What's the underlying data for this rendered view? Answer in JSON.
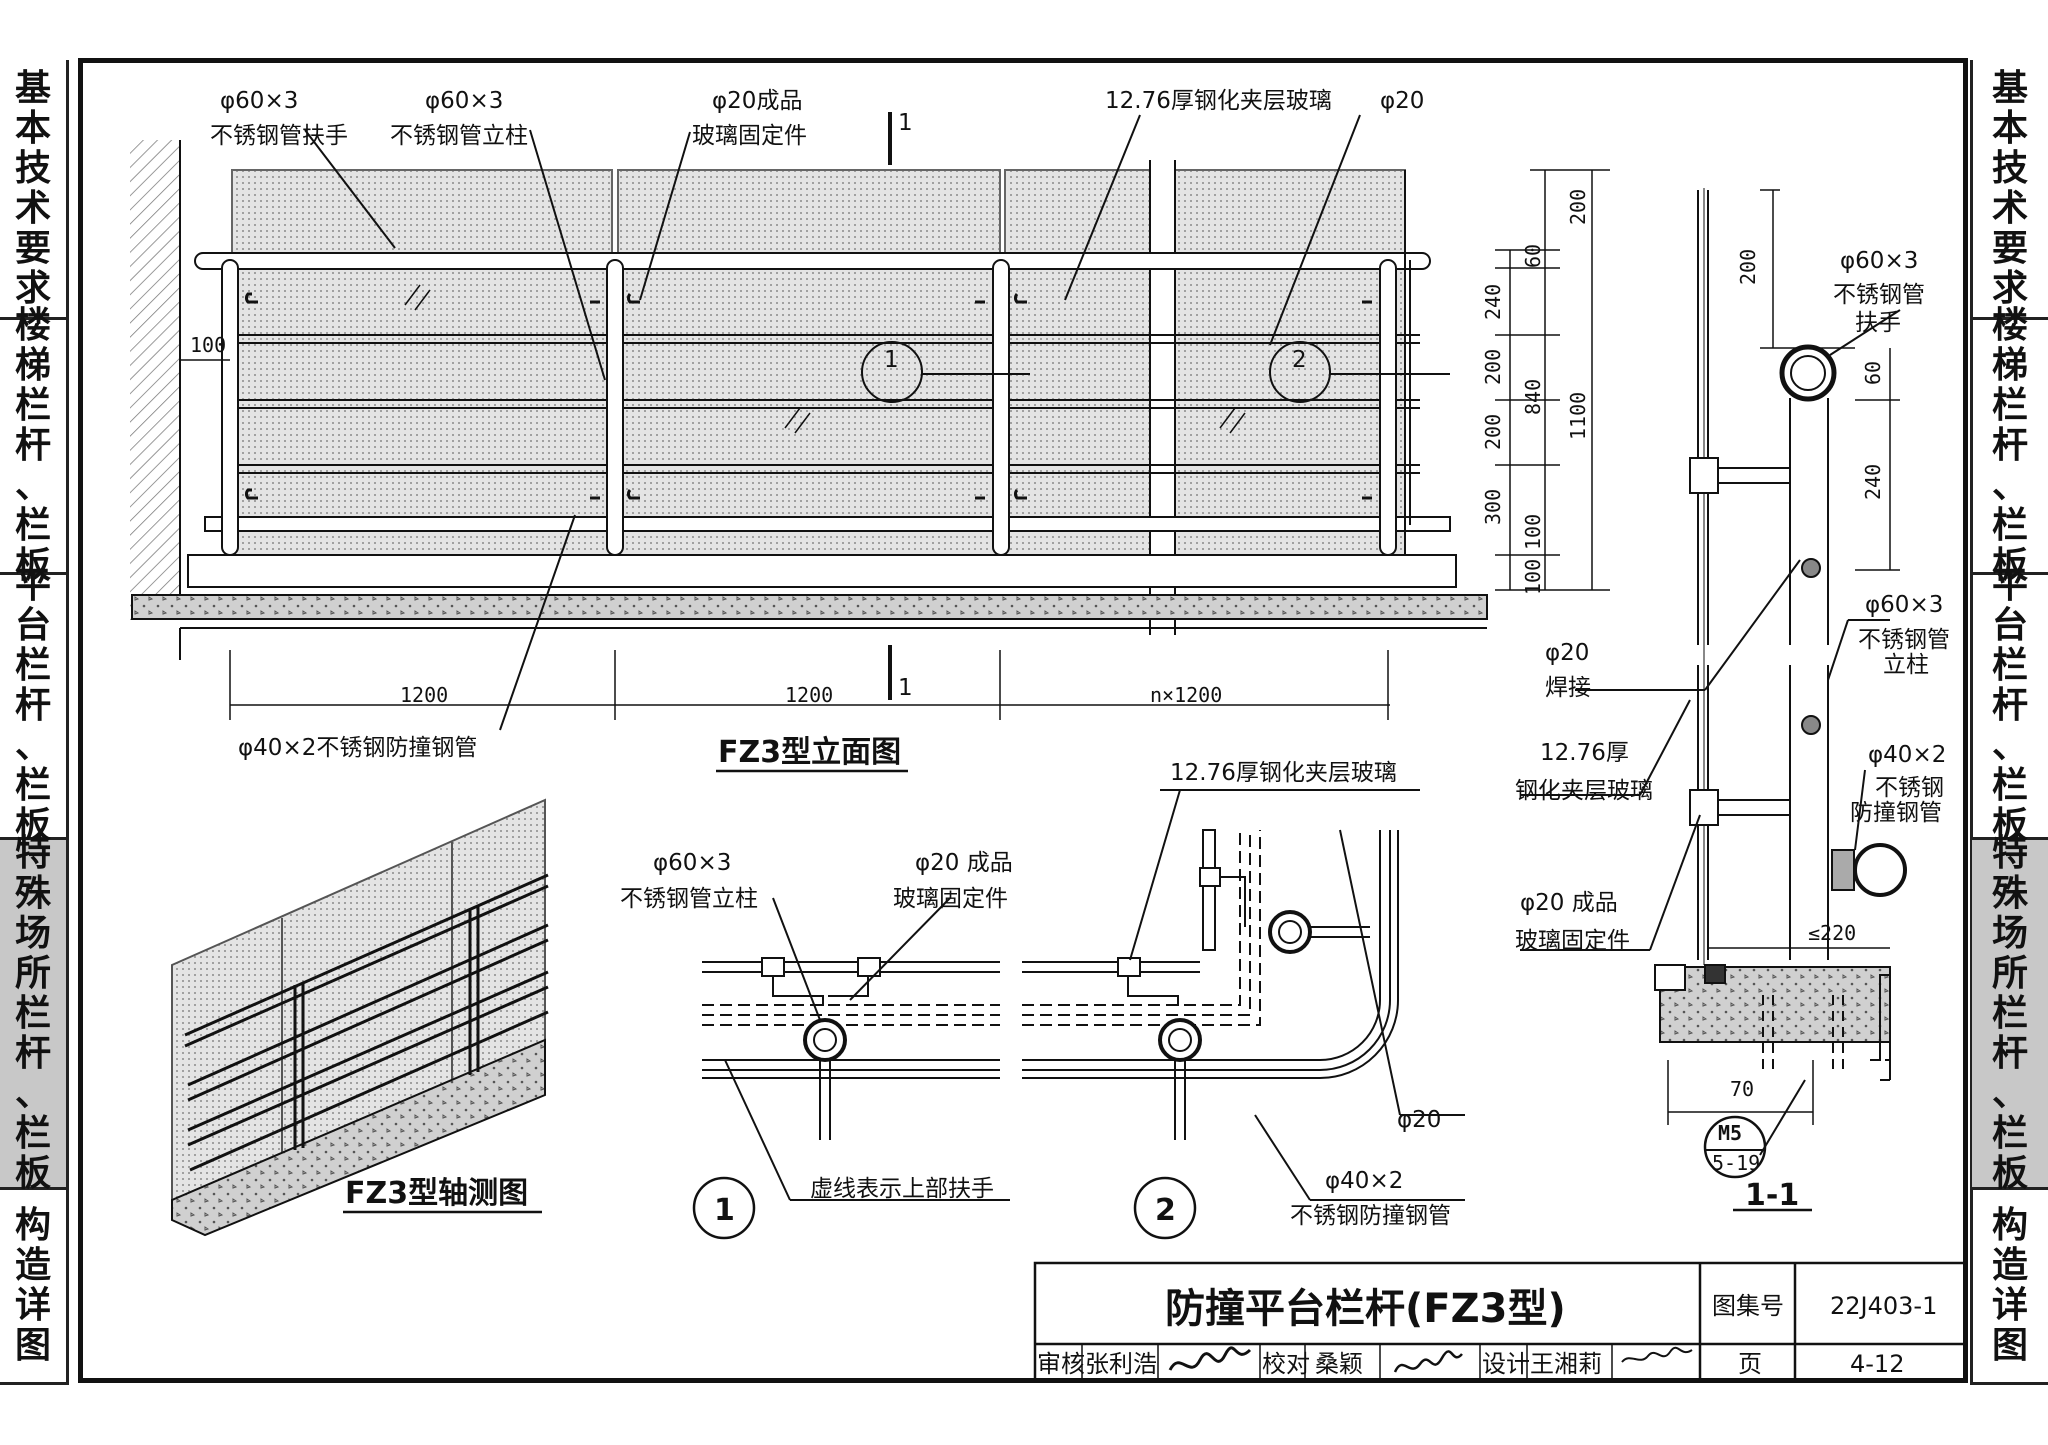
{
  "side_tabs": [
    {
      "label": "基本技术要求",
      "active": false
    },
    {
      "label": "楼梯栏杆、栏板",
      "active": false
    },
    {
      "label": "平台栏杆、栏板",
      "active": false
    },
    {
      "label": "特殊场所栏杆、栏板",
      "active": true
    },
    {
      "label": "构造详图",
      "active": false
    }
  ],
  "elevation": {
    "title": "FZ3型立面图",
    "labels": {
      "handrail_size": "φ60×3",
      "handrail": "不锈钢管扶手",
      "post_size": "φ60×3",
      "post": "不锈钢管立柱",
      "fixer_size": "φ20成品",
      "fixer": "玻璃固定件",
      "glass": "12.76厚钢化夹层玻璃",
      "rod": "φ20",
      "bumper": "φ40×2不锈钢防撞钢管",
      "section_mark": "1",
      "detail1": "1",
      "detail2": "2"
    },
    "dims": {
      "left_offset": "100",
      "span1": "1200",
      "span2": "1200",
      "span_n": "n×1200",
      "v200": "200",
      "v60": "60",
      "v240": "240",
      "v200b": "200",
      "v200c": "200",
      "v300": "300",
      "v100": "100",
      "v100b": "100",
      "v840": "840",
      "v1100": "1100"
    }
  },
  "axonometric": {
    "title": "FZ3型轴测图"
  },
  "detail1": {
    "number": "1",
    "post_size": "φ60×3",
    "post": "不锈钢管立柱",
    "fixer_size": "φ20 成品",
    "fixer": "玻璃固定件",
    "note": "虚线表示上部扶手"
  },
  "detail2": {
    "number": "2",
    "glass": "12.76厚钢化夹层玻璃",
    "rod": "φ20",
    "bumper_size": "φ40×2",
    "bumper": "不锈钢防撞钢管"
  },
  "section": {
    "title": "1-1",
    "v200": "200",
    "v60": "60",
    "v240": "240",
    "handrail_size": "φ60×3",
    "handrail_a": "不锈钢管",
    "handrail_b": "扶手",
    "weld_size": "φ20",
    "weld": "焊接",
    "glass_a": "12.76厚",
    "glass_b": "钢化夹层玻璃",
    "post_size": "φ60×3",
    "post_a": "不锈钢管",
    "post_b": "立柱",
    "bumper_size": "φ40×2",
    "bumper_a": "不锈钢",
    "bumper_b": "防撞钢管",
    "fixer_size": "φ20 成品",
    "fixer": "玻璃固定件",
    "w220": "≤220",
    "w70": "70",
    "ref_top": "M5",
    "ref_bottom": "5-19"
  },
  "title_block": {
    "title": "防撞平台栏杆(FZ3型)",
    "atlas_label": "图集号",
    "atlas_no": "22J403-1",
    "review_label": "审核",
    "reviewer": "张利浩",
    "check_label": "校对",
    "checker": "桑颖",
    "design_label": "设计",
    "designer": "王湘莉",
    "page_label": "页",
    "page_no": "4-12"
  }
}
